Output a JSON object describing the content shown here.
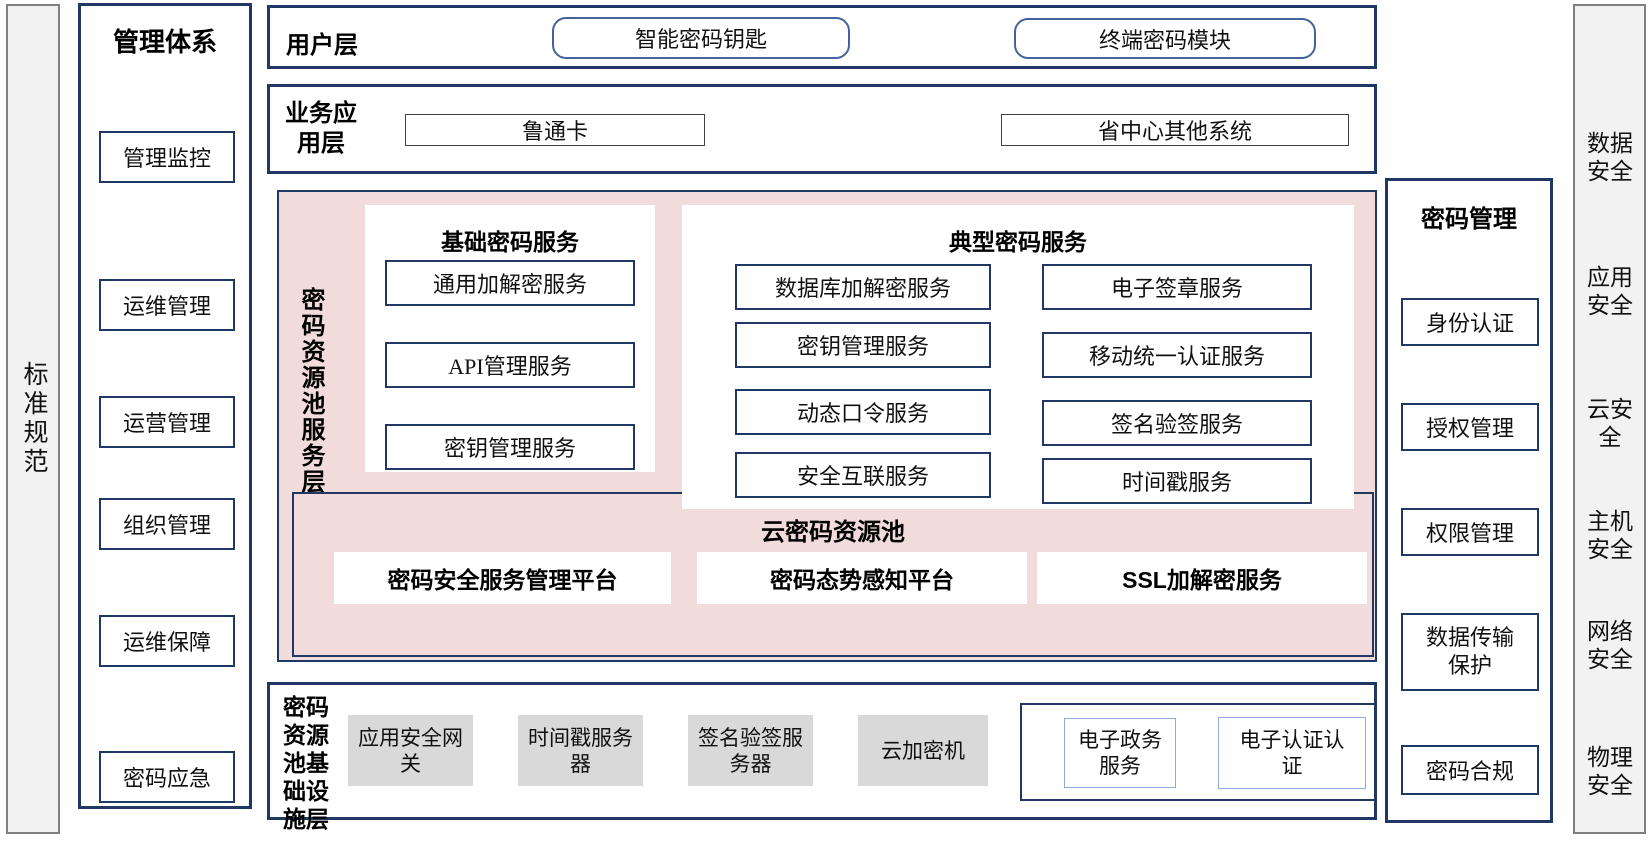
{
  "colors": {
    "navy_border": "#1f3864",
    "pink_fill": "#f2dcdb",
    "gray_box_fill": "#d9d9d9",
    "strip_fill": "#f2f2f2",
    "light_blue_border": "#8faadc",
    "round_btn_border": "#44639c"
  },
  "standards_strip": {
    "label": "标准规范"
  },
  "management_system": {
    "title": "管理体系",
    "items": [
      "管理监控",
      "运维管理",
      "运营管理",
      "组织管理",
      "运维保障",
      "密码应急"
    ]
  },
  "user_layer": {
    "label": "用户层",
    "items": [
      "智能密码钥匙",
      "终端密码模块"
    ]
  },
  "business_app_layer": {
    "label": "业务应用层",
    "items": [
      "鲁通卡",
      "省中心其他系统"
    ]
  },
  "crypto_resource_service_layer": {
    "label": "密码资源池服务层",
    "basic_services": {
      "title": "基础密码服务",
      "items": [
        "通用加解密服务",
        "API管理服务",
        "密钥管理服务"
      ]
    },
    "typical_services": {
      "title": "典型密码服务",
      "left_items": [
        "数据库加解密服务",
        "密钥管理服务",
        "动态口令服务",
        "安全互联服务"
      ],
      "right_items": [
        "电子签章服务",
        "移动统一认证服务",
        "签名验签服务",
        "时间戳服务"
      ]
    },
    "cloud_pool": {
      "title": "云密码资源池",
      "items": [
        "密码安全服务管理平台",
        "密码态势感知平台",
        "SSL加解密服务"
      ]
    }
  },
  "infrastructure_layer": {
    "label": "密码资源池基础设施层",
    "gray_items": [
      "应用安全网关",
      "时间戳服务器",
      "签名验签服务器",
      "云加密机"
    ],
    "group_items": [
      "电子政务服务",
      "电子认证认证"
    ]
  },
  "crypto_management": {
    "title": "密码管理",
    "items": [
      "身份认证",
      "授权管理",
      "权限管理",
      "数据传输保护",
      "密码合规"
    ]
  },
  "security_strip": {
    "items": [
      "数据安全",
      "应用安全",
      "云安全",
      "主机安全",
      "网络安全",
      "物理安全"
    ]
  }
}
